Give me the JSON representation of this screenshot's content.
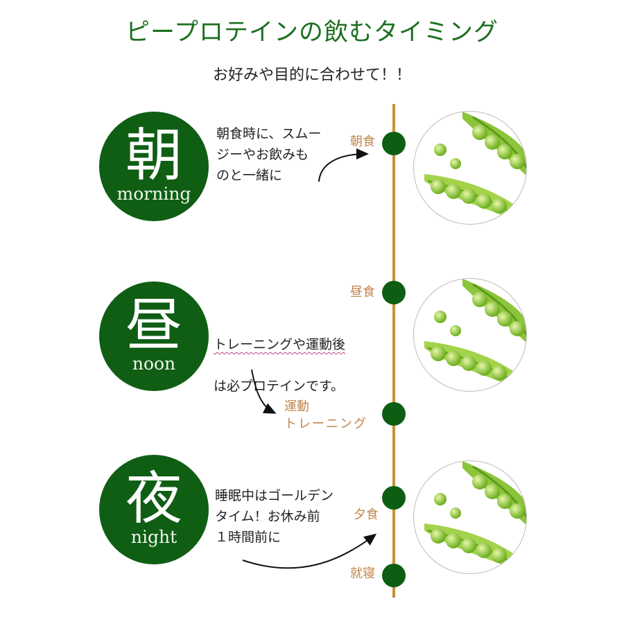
{
  "title": "ピープロテインの飲むタイミング",
  "subtitle": "お好みや目的に合わせて！！",
  "sections": [
    {
      "kanji": "朝",
      "english": "morning",
      "description": "朝食時に、スムー\nジーやお飲みも\nのと一緒に"
    },
    {
      "kanji": "昼",
      "english": "noon",
      "description_line1": "トレーニングや運動後",
      "description_line2": "は必プロテインです。"
    },
    {
      "kanji": "夜",
      "english": "night",
      "description": "睡眠中はゴールデン\nタイム！お休み前\n１時間前に"
    }
  ],
  "timeline": {
    "breakfast": "朝食",
    "lunch": "昼食",
    "exercise_line1": "運動",
    "exercise_line2": "トレーニング",
    "dinner": "夕食",
    "bedtime": "就寝"
  },
  "colors": {
    "green": "#0f5e14",
    "title_green": "#1c7020",
    "timeline": "#c8903c",
    "label": "#c2844a"
  }
}
